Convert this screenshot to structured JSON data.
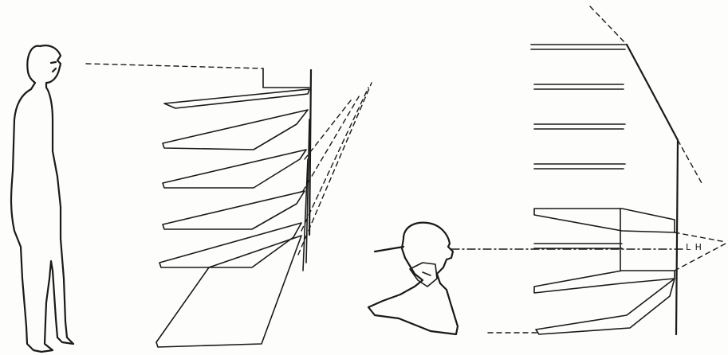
{
  "sketch": {
    "annotation": "L H",
    "ink_color": "#1a1a1a",
    "paper_color": "#fdfdfc",
    "figures": [
      {
        "name": "standing-person-figure"
      },
      {
        "name": "open-shelf-stack-perspective"
      },
      {
        "name": "seated-observer-figure"
      },
      {
        "name": "shelf-wall-elevation"
      }
    ]
  }
}
